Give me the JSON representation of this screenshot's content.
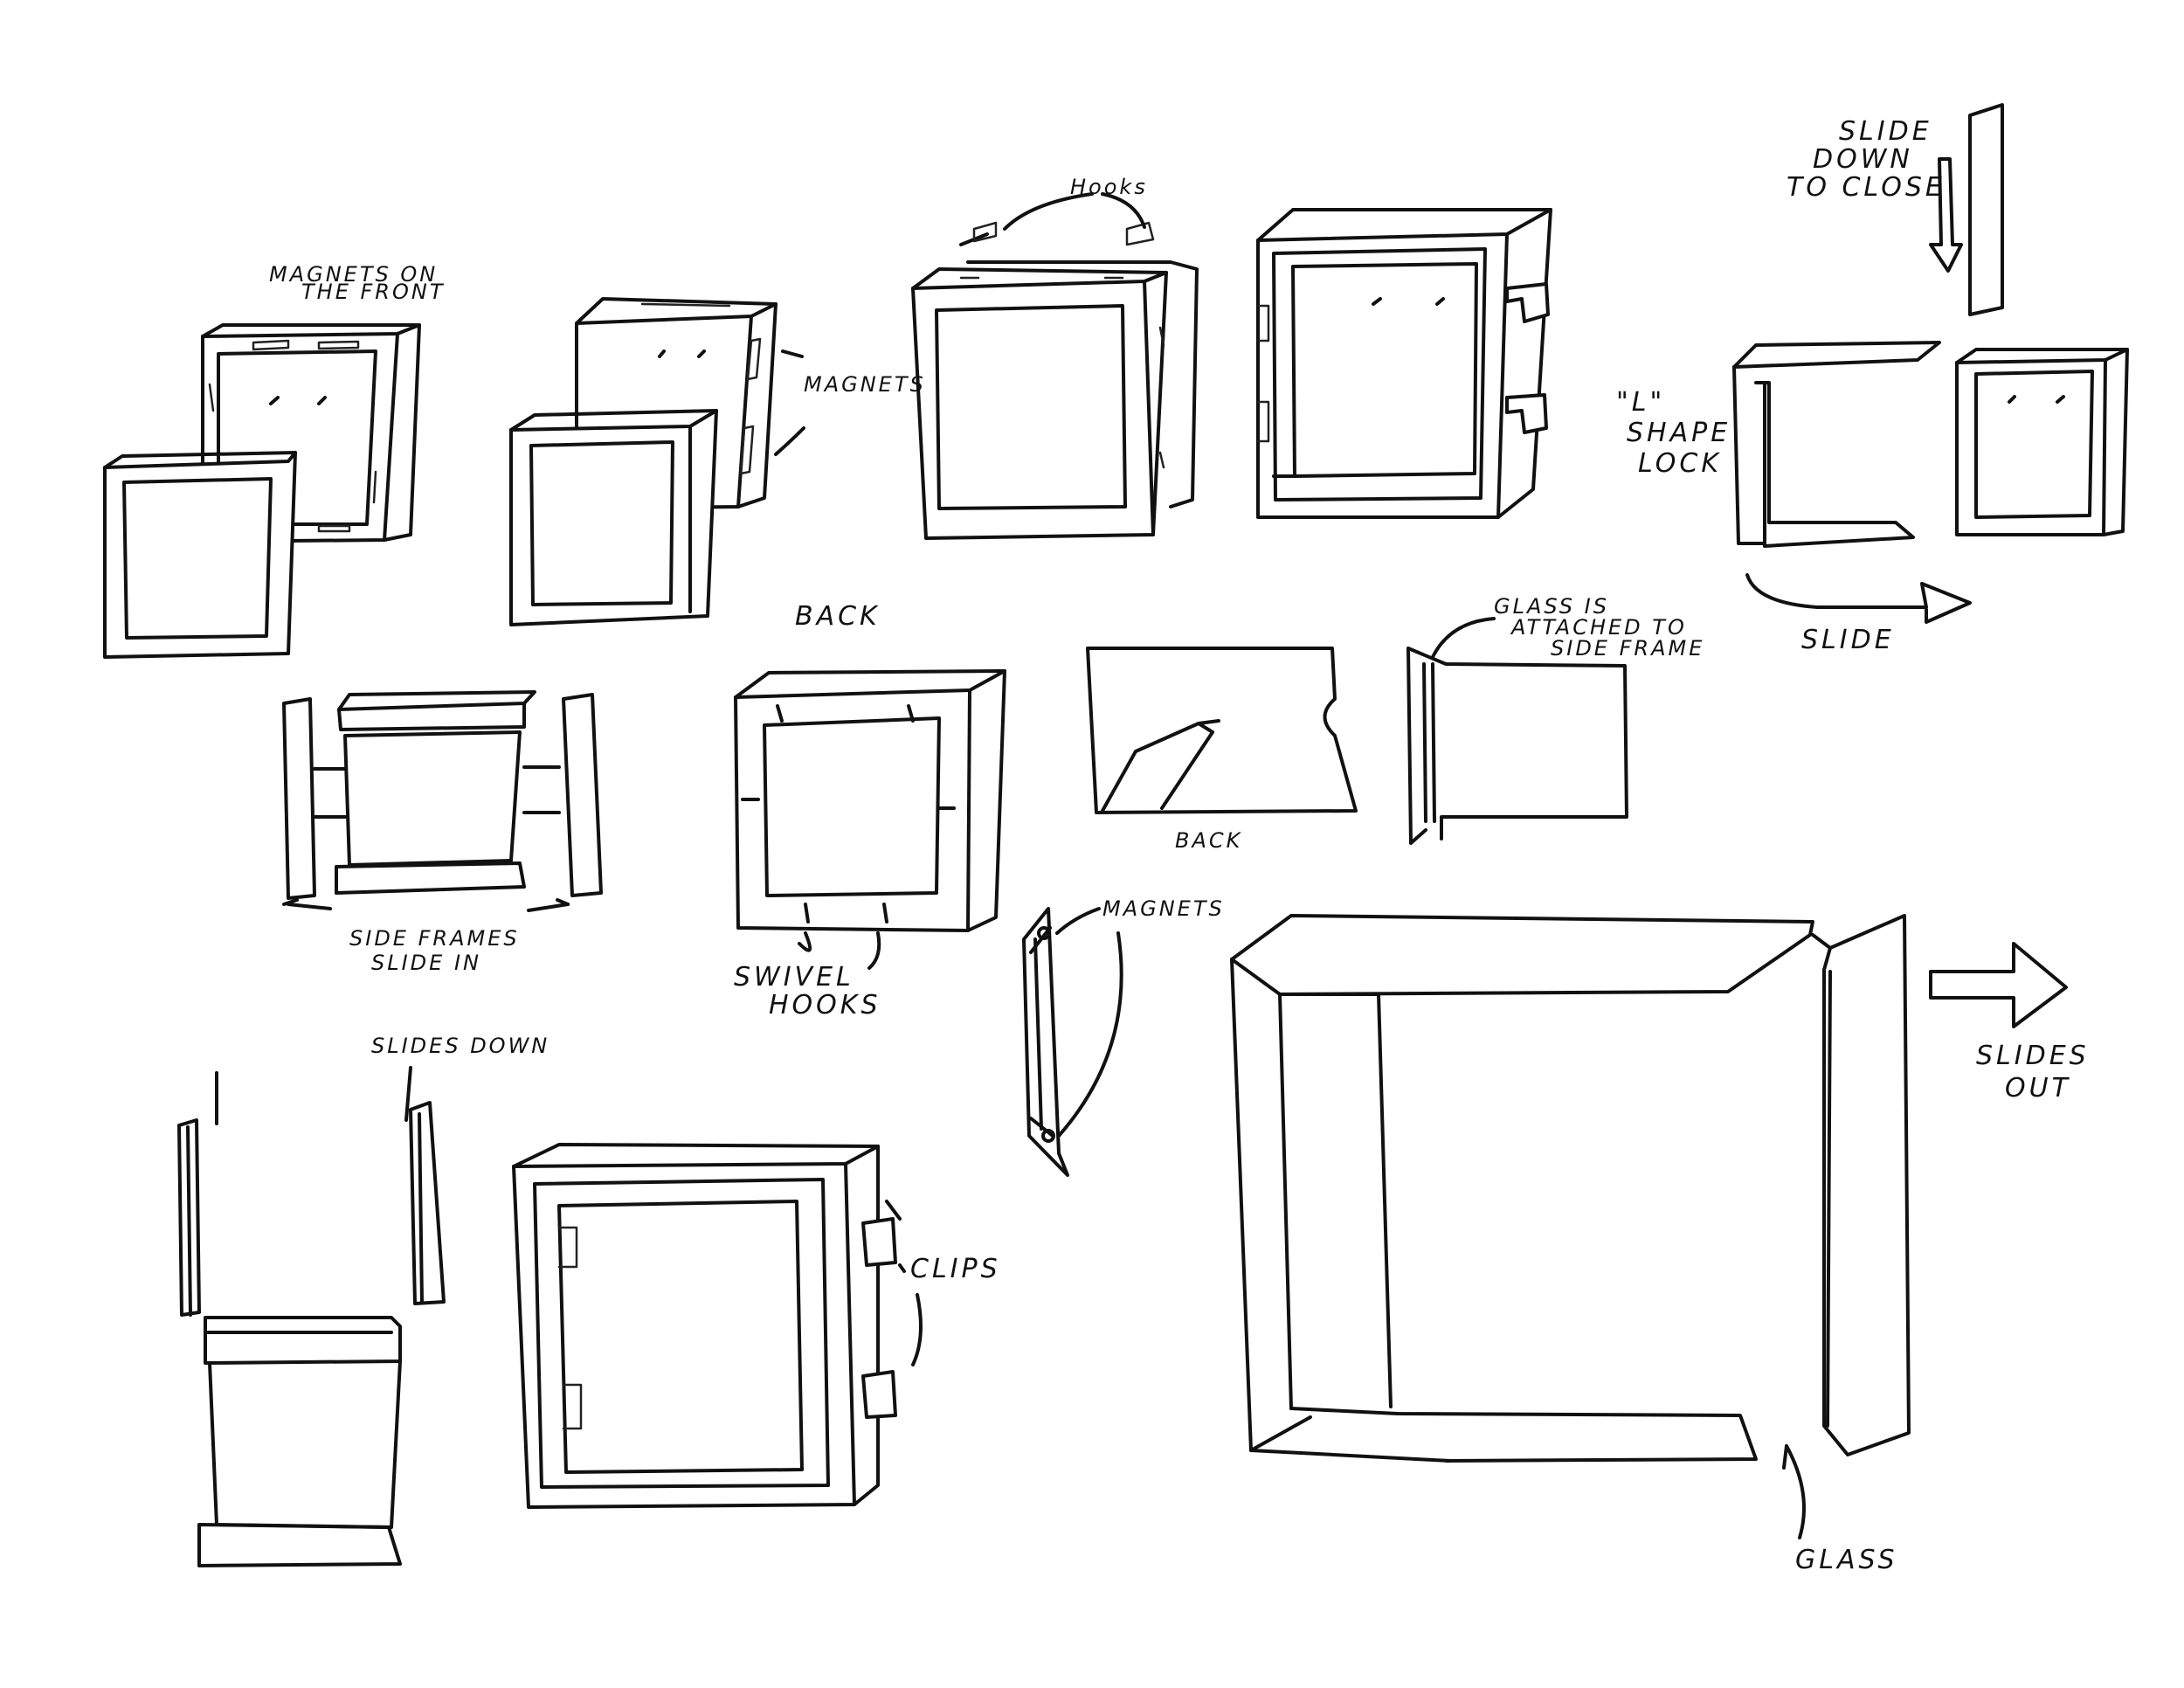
{
  "labels": {
    "magnets_front_1": "MAGNETS ON",
    "magnets_front_2": "THE FRONT",
    "magnets": "MAGNETS",
    "hooks": "Hooks",
    "slide_down_1": "SLIDE",
    "slide_down_2": "DOWN",
    "slide_down_3": "TO CLOSE",
    "l_shape_1": "\"L\"",
    "l_shape_2": "SHAPE",
    "l_shape_3": "LOCK",
    "slide": "SLIDE",
    "back_top": "BACK",
    "back_mid": "BACK",
    "glass_attached_1": "GLASS IS",
    "glass_attached_2": "ATTACHED TO",
    "glass_attached_3": "SIDE FRAME",
    "side_frames_1": "SIDE FRAMES",
    "side_frames_2": "SLIDE IN",
    "swivel_1": "SWIVEL",
    "swivel_2": "HOOKS",
    "magnets_2": "MAGNETS",
    "slides_out_1": "SLIDES",
    "slides_out_2": "OUT",
    "slides_down": "SLIDES DOWN",
    "clips": "CLIPS",
    "glass": "GLASS"
  }
}
